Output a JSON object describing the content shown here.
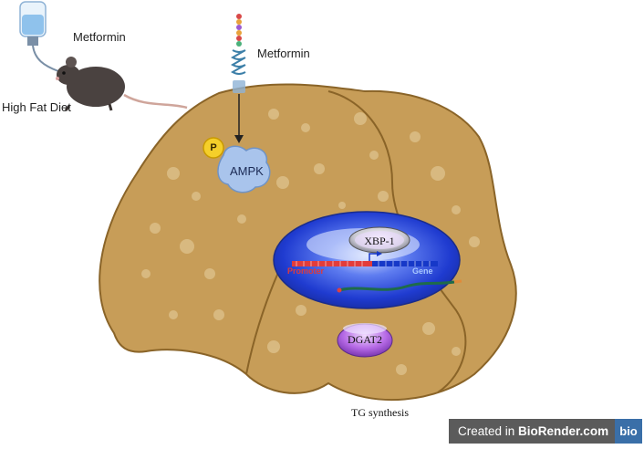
{
  "labels": {
    "metformin_mouse": "Metformin",
    "high_fat_diet": "High Fat Diet",
    "metformin_receptor": "Metformin",
    "phospho": "P",
    "ampk": "AMPK",
    "xbp1": "XBP-1",
    "promoter": "Promoter",
    "gene": "Gene",
    "dgat2": "DGAT2",
    "tg_synthesis": "TG synthesis"
  },
  "badge": {
    "prefix": "Created in ",
    "brand": "BioRender.com",
    "logo": "bio"
  },
  "icons": [
    "water-bottle-icon",
    "mouse-icon",
    "receptor-icon",
    "liver-icon",
    "nucleus-icon",
    "dna-icon"
  ],
  "colors": {
    "liver": "#c9a05a",
    "liver_dark": "#a9803c",
    "liver_spot": "#dcc08a",
    "ampk": "#a9c4ec",
    "phospho": "#f5cf2a",
    "nucleus": "#2f4fd8",
    "xbp1": "#c47df0",
    "dgat2": "#b86ee8",
    "promoter": "#e03a3a",
    "mrna": "#1e6b4a"
  }
}
